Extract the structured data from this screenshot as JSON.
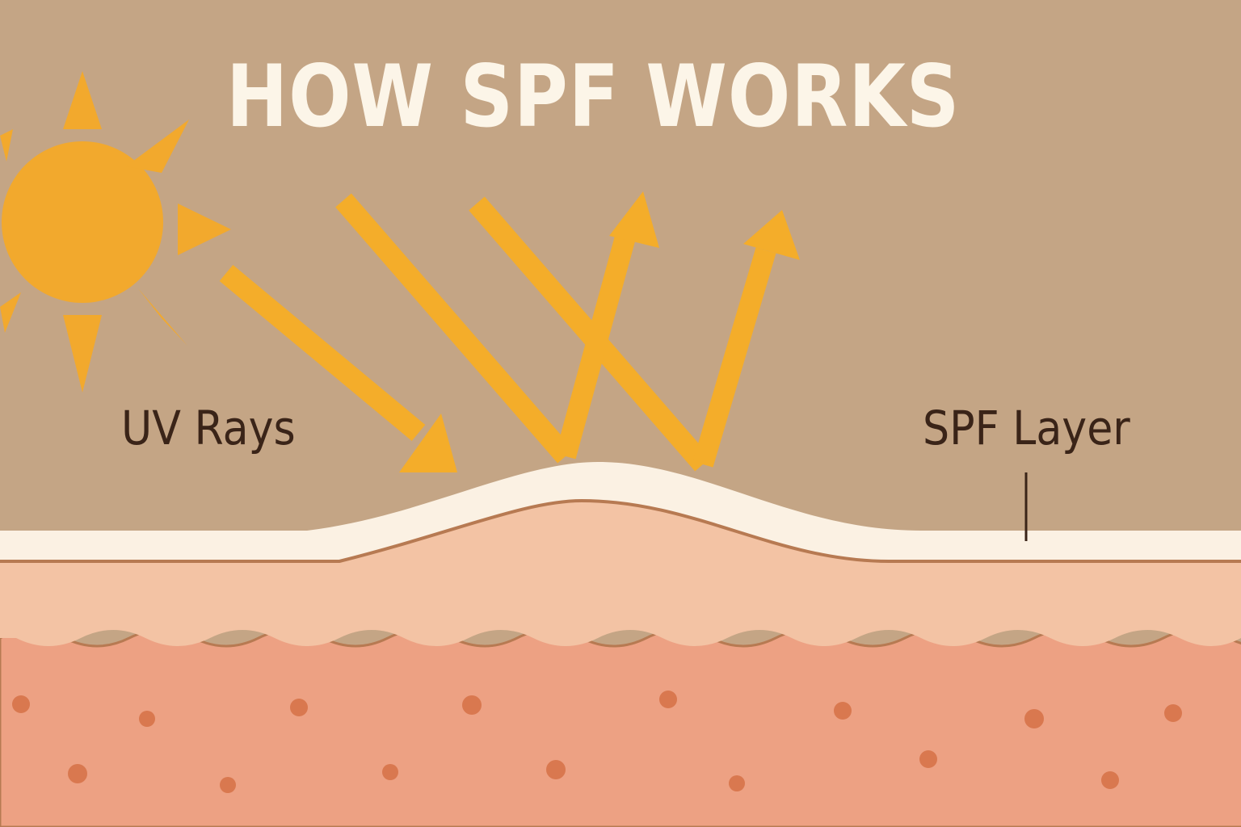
{
  "diagram": {
    "title": "HOW SPF WORKS",
    "labels": {
      "uv_rays": "UV Rays",
      "spf_layer": "SPF Layer"
    },
    "colors": {
      "background": "#c4a585",
      "sun": "#f2a92d",
      "rays": "#f4ad2a",
      "title_text": "#fcf5e8",
      "label_text": "#3a2418",
      "spf_layer": "#fbf1e3",
      "outline": "#b77a52",
      "epidermis": "#f3c3a4",
      "dermis": "#eda183",
      "pores": "#d9784f"
    },
    "icons": [
      "sun-icon",
      "arrow-icon",
      "pointer-line"
    ]
  }
}
